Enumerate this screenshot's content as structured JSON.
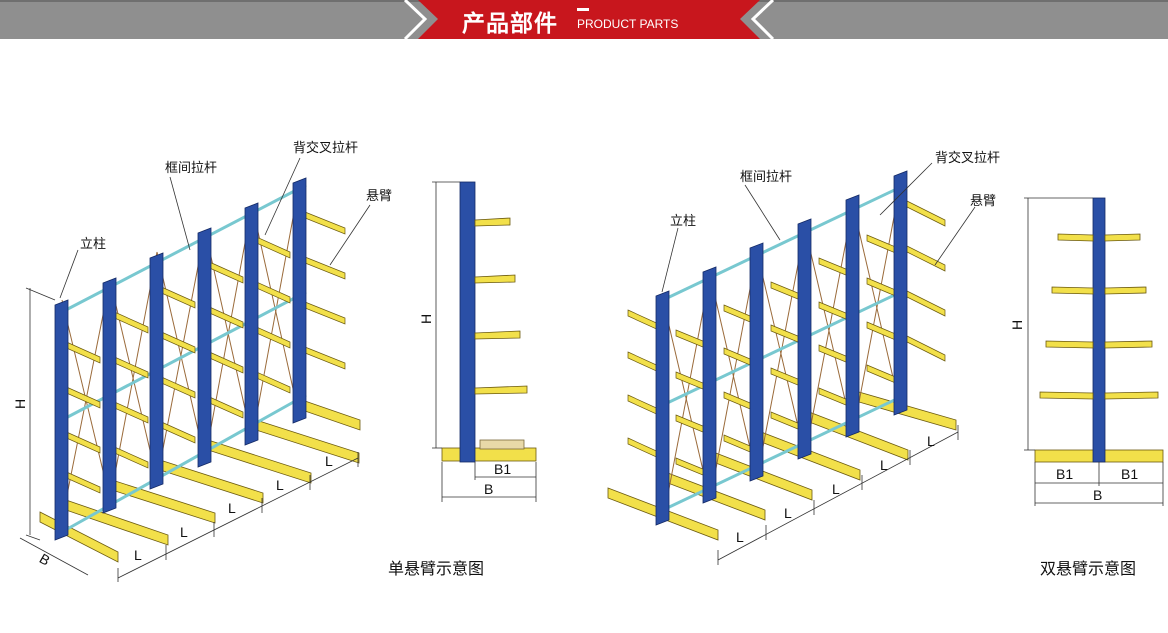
{
  "header": {
    "title_zh": "产品部件",
    "title_en": "PRODUCT PARTS",
    "colors": {
      "banner_gray": "#8a8a8a",
      "banner_red": "#c8161d"
    }
  },
  "single_diagram": {
    "labels": {
      "column": "立柱",
      "frame_bar": "框间拉杆",
      "back_brace": "背交叉拉杆",
      "arm": "悬臂"
    },
    "dims": {
      "H": "H",
      "B": "B",
      "L": "L",
      "B1": "B1"
    },
    "side_view_dims": {
      "H": "H",
      "B1": "B1",
      "B": "B"
    },
    "caption": "单悬臂示意图"
  },
  "double_diagram": {
    "labels": {
      "column": "立柱",
      "frame_bar": "框间拉杆",
      "back_brace": "背交叉拉杆",
      "arm": "悬臂"
    },
    "dims": {
      "H": "H",
      "L": "L"
    },
    "side_view_dims": {
      "H": "H",
      "B1_left": "B1",
      "B1_right": "B1",
      "B": "B"
    },
    "caption": "双悬臂示意图"
  },
  "colors": {
    "column_blue": "#2a4fa6",
    "arm_yellow": "#f2e04a",
    "bar_cyan": "#78c8d0",
    "brace_brown": "#9a6a3a"
  }
}
